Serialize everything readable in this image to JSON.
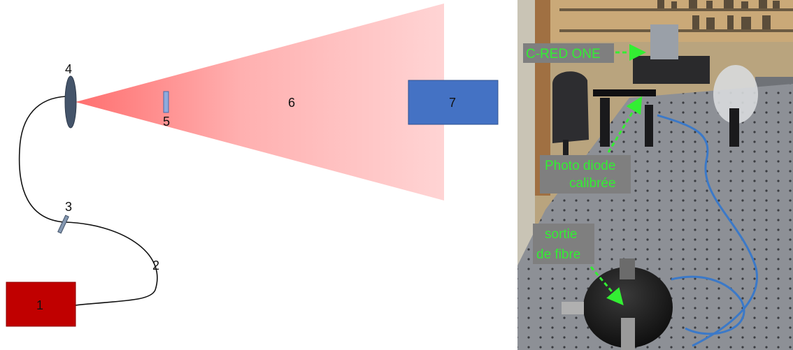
{
  "schematic": {
    "labels": {
      "light_source": "1",
      "optical_fiber": "2",
      "fiber_component": "3",
      "fiber_output": "4",
      "photodiode": "5",
      "beam": "6",
      "camera": "7"
    },
    "colors": {
      "light_source": "#c00000",
      "camera": "#4472c4",
      "photodiode": "#8faadc",
      "fiber_output": "#44546a",
      "beam": "#ff6666"
    }
  },
  "photo": {
    "labels": {
      "camera": "C-RED ONE",
      "photodiode_line1": "Photo diode",
      "photodiode_line2": "calibrée",
      "fiber_output_line1": "sortie",
      "fiber_output_line2": "de fibre"
    },
    "colors": {
      "annotation_text": "#33ee33",
      "label_box": "#7f7f7f",
      "table": "#8a8d93",
      "cable": "#3b79c8"
    }
  }
}
